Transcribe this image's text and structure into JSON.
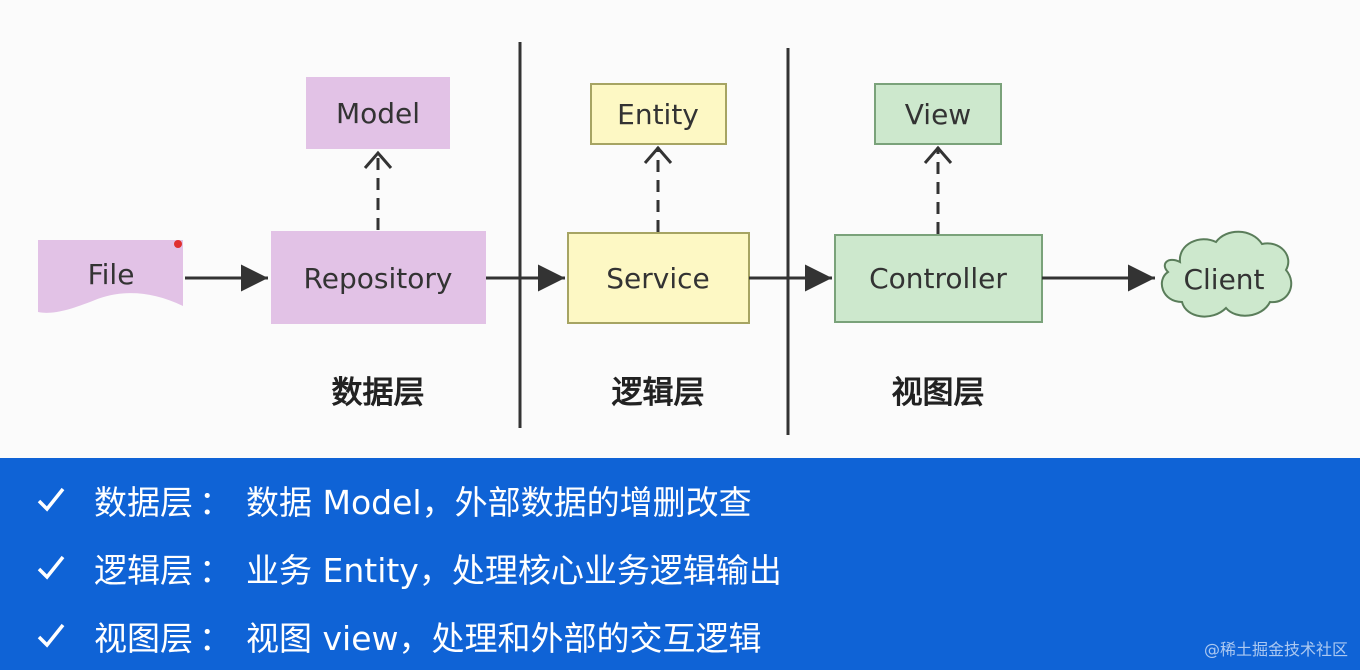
{
  "nodes": {
    "file": "File",
    "repository": "Repository",
    "model": "Model",
    "service": "Service",
    "entity": "Entity",
    "controller": "Controller",
    "view": "View",
    "client": "Client"
  },
  "layers": {
    "data": "数据层",
    "logic": "逻辑层",
    "view": "视图层"
  },
  "bullets": [
    {
      "head": "数据层",
      "sep": "：",
      "body": "数据 Model，外部数据的增删改查"
    },
    {
      "head": "逻辑层",
      "sep": "：",
      "body": "业务 Entity，处理核心业务逻辑输出"
    },
    {
      "head": "视图层",
      "sep": "：",
      "body": "视图 view，处理和外部的交互逻辑"
    }
  ],
  "watermark": "@稀土掘金技术社区",
  "colors": {
    "data_layer": "#e2c2e6",
    "logic_layer": "#fdf8c4",
    "view_layer": "#cde8cd",
    "panel": "#0f63d6"
  }
}
